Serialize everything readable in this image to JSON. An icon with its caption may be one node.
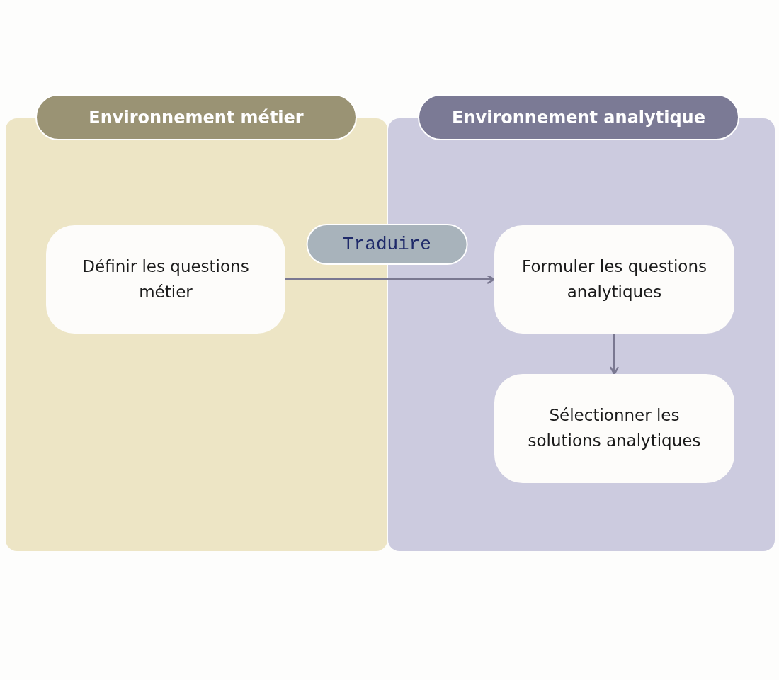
{
  "diagram": {
    "nodes": [
      {
        "text": [
          "Environnement métier"
        ]
      },
      {
        "text": [
          "Définir les questions métier"
        ],
        "in": 0
      },
      {
        "text": [
          "Environnement analytique"
        ]
      },
      {
        "text": [
          "Formuler les questions analytiques"
        ],
        "in": 2
      },
      {
        "text": [
          "Sélectionner les solutions analytiques"
        ],
        "in": 2
      }
    ],
    "edges": [
      {
        "from": 1,
        "to": 3,
        "arrow": "to",
        "label": "Traduire"
      },
      {
        "from": 3,
        "to": 4,
        "arrow": "to"
      }
    ]
  }
}
